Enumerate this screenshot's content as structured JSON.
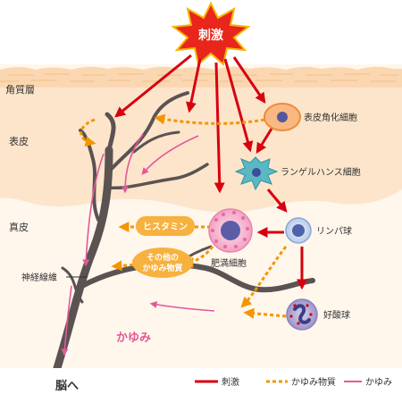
{
  "stimulus": {
    "label": "刺激"
  },
  "layers": {
    "stratum_corneum": "角質層",
    "epidermis": "表皮",
    "dermis": "真皮"
  },
  "cells": {
    "keratinocyte": "表皮角化細胞",
    "langerhans": "ランゲルハンス細胞",
    "lymphocyte": "リンパ球",
    "mast_cell": "肥満細胞",
    "eosinophil": "好酸球"
  },
  "substances": {
    "histamine": "ヒスタミン",
    "other_line1": "その他の",
    "other_line2": "かゆみ物質"
  },
  "labels": {
    "nerve_fiber": "神経線維",
    "itch": "かゆみ",
    "to_brain": "脳へ"
  },
  "legend": {
    "stimulus": "刺激",
    "itch_substance": "かゆみ物質",
    "itch": "かゆみ"
  },
  "colors": {
    "stimulus_red": "#d7000f",
    "substance_orange": "#f29600",
    "itch_pink": "#e4589a",
    "nerve_gray": "#5a5352",
    "epidermis_beige": "#fce6cf",
    "dermis_beige": "#fff4e8",
    "keratinocyte_orange": "#f7a96b",
    "langerhans_teal": "#5bb8c2",
    "lymphocyte_blue": "#c9d9ef",
    "mast_pink": "#f5a9c8",
    "eosinophil_purple": "#a9a2cf"
  }
}
